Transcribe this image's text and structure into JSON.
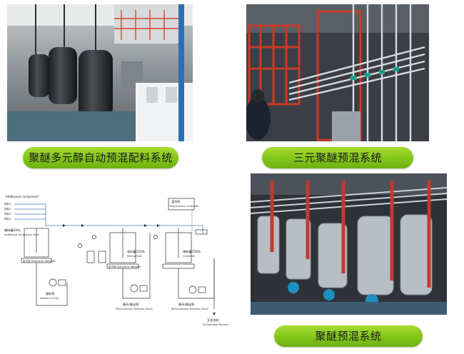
{
  "captions": {
    "top_left": "聚醚多元醇自动预混配料系统",
    "top_right": "三元聚醚预混系统",
    "bottom_right": "聚醚预混系统"
  },
  "diagram": {
    "additional_component": "Additional component",
    "component_inputs": [
      "物料1",
      "物料2",
      "物料3",
      "物料4"
    ],
    "additional_tank_cn": "辅料罐220L",
    "additional_tank_en": "Additional component Tank",
    "electronic_weigher": "电子秤 Electronic Weigher",
    "delivery_pump_cn": "输料泵",
    "delivery_pump_en": "Delivery Pump",
    "mixing_tank_cn": "混料罐1500L",
    "mixing_tank_en": "Mixing Tank",
    "recirc_pump_cn": "循环/输送泵",
    "recirc_pump_en": "Recirculation/ Delivery Pump",
    "temp_controller_cn": "温控机",
    "temp_controller_en": "Temperature Controller",
    "container_cn": "储料罐1500L",
    "container_en": "Container",
    "foaming_cn": "至发泡机",
    "foaming_en": "To Foaming Machine"
  }
}
